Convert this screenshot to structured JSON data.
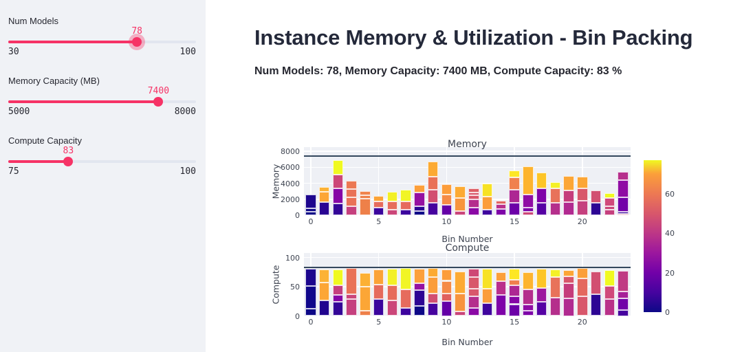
{
  "header": {
    "title": "Instance Memory & Utilization - Bin Packing",
    "subtitle": "Num Models: 78, Memory Capacity: 7400 MB, Compute Capacity: 83 %"
  },
  "sidebar": {
    "sliders": [
      {
        "name": "num-models",
        "label": "Num Models",
        "value": 78,
        "min": 30,
        "max": 100,
        "active": true
      },
      {
        "name": "memory-capacity",
        "label": "Memory Capacity (MB)",
        "value": 7400,
        "min": 5000,
        "max": 8000,
        "active": false
      },
      {
        "name": "compute-capacity",
        "label": "Compute Capacity",
        "value": 83,
        "min": 75,
        "max": 100,
        "active": false
      }
    ]
  },
  "theme": {
    "accent": "#f63366",
    "sidebar_bg": "#f0f2f6",
    "text_color": "#262730",
    "capacity_line_color": "#33475c",
    "plot_bg": "#eef0f5"
  },
  "chart_data": [
    {
      "type": "bar",
      "stacked": true,
      "name": "memory",
      "title": "Memory",
      "ylabel": "Memory",
      "xlabel": "Bin Number",
      "ylim": [
        0,
        8000
      ],
      "yticks": [
        0,
        2000,
        4000,
        6000,
        8000
      ],
      "xticks": [
        0,
        5,
        10,
        15,
        20
      ],
      "capacity_line": 7400,
      "grid": true,
      "bins": [
        [
          [
            450,
            "#0d0887"
          ],
          [
            430,
            "#0f0889"
          ],
          [
            1670,
            "#1d068e"
          ]
        ],
        [
          [
            1600,
            "#2a0593"
          ],
          [
            1350,
            "#fca636"
          ],
          [
            550,
            "#fcb235"
          ]
        ],
        [
          [
            1500,
            "#330597"
          ],
          [
            1850,
            "#8606a6"
          ],
          [
            1700,
            "#cc4778"
          ],
          [
            1850,
            "#f0f921"
          ]
        ],
        [
          [
            1080,
            "#c5407e"
          ],
          [
            1150,
            "#e97257"
          ],
          [
            1050,
            "#e97257"
          ],
          [
            1020,
            "#ec7853"
          ]
        ],
        [
          [
            2030,
            "#ee8049"
          ],
          [
            500,
            "#ee8049"
          ],
          [
            520,
            "#f0844c"
          ]
        ],
        [
          [
            950,
            "#3a049d"
          ],
          [
            730,
            "#e56b5d"
          ],
          [
            720,
            "#fba337"
          ]
        ],
        [
          [
            680,
            "#cb4679"
          ],
          [
            1060,
            "#e66c5c"
          ],
          [
            1210,
            "#f3f027"
          ]
        ],
        [
          [
            700,
            "#3d049e"
          ],
          [
            1040,
            "#e66b5d"
          ],
          [
            1460,
            "#f1f525"
          ]
        ],
        [
          [
            520,
            "#0d0887"
          ],
          [
            640,
            "#2d0594"
          ],
          [
            1710,
            "#9511a1"
          ],
          [
            900,
            "#fc9f3a"
          ]
        ],
        [
          [
            1590,
            "#46039f"
          ],
          [
            1600,
            "#d24f71"
          ],
          [
            1650,
            "#e97257"
          ],
          [
            1880,
            "#fcaa33"
          ]
        ],
        [
          [
            1250,
            "#6400a7"
          ],
          [
            1300,
            "#f58b47"
          ],
          [
            1300,
            "#fc9d3b"
          ]
        ],
        [
          [
            490,
            "#ca457a"
          ],
          [
            1630,
            "#f7943d"
          ],
          [
            1500,
            "#fcaa33"
          ]
        ],
        [
          [
            960,
            "#8b09a5"
          ],
          [
            980,
            "#b42e8d"
          ],
          [
            520,
            "#d8576b"
          ],
          [
            410,
            "#d8576b"
          ],
          [
            520,
            "#dd5e66"
          ]
        ],
        [
          [
            720,
            "#3f049e"
          ],
          [
            1600,
            "#fb9d3b"
          ],
          [
            1650,
            "#f7e225"
          ]
        ],
        [
          [
            780,
            "#7e03a8"
          ],
          [
            580,
            "#ba2f8c"
          ],
          [
            470,
            "#e16462"
          ]
        ],
        [
          [
            1590,
            "#6c00a8"
          ],
          [
            1600,
            "#ad2793"
          ],
          [
            1560,
            "#f0804e"
          ],
          [
            820,
            "#fde725"
          ]
        ],
        [
          [
            430,
            "#cc4778"
          ],
          [
            530,
            "#7e03a8"
          ],
          [
            1590,
            "#8f0da4"
          ],
          [
            3540,
            "#fdb42f"
          ]
        ],
        [
          [
            1590,
            "#5601a4"
          ],
          [
            1800,
            "#7e03a8"
          ],
          [
            1970,
            "#fdc527"
          ]
        ],
        [
          [
            1590,
            "#b52f8c"
          ],
          [
            1740,
            "#e8725a"
          ],
          [
            810,
            "#f4f027"
          ]
        ],
        [
          [
            1650,
            "#b12a90"
          ],
          [
            1450,
            "#c53c7b"
          ],
          [
            1830,
            "#fca636"
          ]
        ],
        [
          [
            1830,
            "#c5407e"
          ],
          [
            1490,
            "#d8576b"
          ],
          [
            1520,
            "#fca636"
          ]
        ],
        [
          [
            1550,
            "#2d0594"
          ],
          [
            1570,
            "#d24f71"
          ]
        ],
        [
          [
            690,
            "#c5407e"
          ],
          [
            430,
            "#ca457a"
          ],
          [
            1060,
            "#d0497b"
          ],
          [
            570,
            "#f0f921"
          ]
        ],
        [
          [
            170,
            "#d8576b"
          ],
          [
            290,
            "#3b049d"
          ],
          [
            1800,
            "#7201a8"
          ],
          [
            2150,
            "#8f0da4"
          ],
          [
            1010,
            "#b52f8c"
          ]
        ]
      ]
    },
    {
      "type": "bar",
      "stacked": true,
      "name": "compute",
      "title": "Compute",
      "ylabel": "Compute",
      "xlabel": "Bin Number",
      "ylim": [
        0,
        100
      ],
      "yticks": [
        0,
        50,
        100
      ],
      "xticks": [
        0,
        5,
        10,
        15,
        20
      ],
      "capacity_line": 83,
      "grid": true,
      "bins": [
        [
          [
            12,
            "#0d0887"
          ],
          [
            39,
            "#10078b"
          ],
          [
            30,
            "#1c068e"
          ]
        ],
        [
          [
            27,
            "#21058f"
          ],
          [
            30,
            "#fca636"
          ],
          [
            22,
            "#fcb235"
          ]
        ],
        [
          [
            24,
            "#330597"
          ],
          [
            12,
            "#8606a6"
          ],
          [
            16,
            "#c5407e"
          ],
          [
            27,
            "#f0f921"
          ]
        ],
        [
          [
            29,
            "#c5407e"
          ],
          [
            8,
            "#ca457a"
          ],
          [
            45,
            "#e97257"
          ]
        ],
        [
          [
            9,
            "#ee8049"
          ],
          [
            41,
            "#fca636"
          ],
          [
            23,
            "#fcb034"
          ]
        ],
        [
          [
            29,
            "#3a049d"
          ],
          [
            25,
            "#e56b5d"
          ],
          [
            26,
            "#fba337"
          ]
        ],
        [
          [
            27,
            "#cb4679"
          ],
          [
            25,
            "#e66c5c"
          ],
          [
            29,
            "#f3f027"
          ]
        ],
        [
          [
            13,
            "#3d049e"
          ],
          [
            32,
            "#e66b5d"
          ],
          [
            37,
            "#f1f525"
          ]
        ],
        [
          [
            17,
            "#0d0887"
          ],
          [
            27,
            "#2d0594"
          ],
          [
            12,
            "#9511a1"
          ],
          [
            25,
            "#fc9f3a"
          ]
        ],
        [
          [
            22,
            "#46039f"
          ],
          [
            16,
            "#d24f71"
          ],
          [
            29,
            "#fb9d3b"
          ],
          [
            15,
            "#fcaa33"
          ]
        ],
        [
          [
            25,
            "#6400a7"
          ],
          [
            13,
            "#e0615f"
          ],
          [
            22,
            "#f58b47"
          ],
          [
            19,
            "#fc9d3b"
          ]
        ],
        [
          [
            8,
            "#ca457a"
          ],
          [
            30,
            "#f7943d"
          ],
          [
            38,
            "#fcaa33"
          ]
        ],
        [
          [
            14,
            "#8b09a5"
          ],
          [
            20,
            "#b42e8d"
          ],
          [
            13,
            "#d8576b"
          ],
          [
            20,
            "#d8576b"
          ],
          [
            14,
            "#ce4875"
          ]
        ],
        [
          [
            22,
            "#3f049e"
          ],
          [
            25,
            "#fb9d3b"
          ],
          [
            34,
            "#f7e225"
          ]
        ],
        [
          [
            36,
            "#7e03a8"
          ],
          [
            24,
            "#ba2f8c"
          ],
          [
            15,
            "#fb9f3a"
          ]
        ],
        [
          [
            20,
            "#6c00a8"
          ],
          [
            13,
            "#8606a6"
          ],
          [
            19,
            "#ad2793"
          ],
          [
            10,
            "#f0804e"
          ],
          [
            19,
            "#fde725"
          ]
        ],
        [
          [
            9,
            "#7e03a8"
          ],
          [
            10,
            "#8f0da4"
          ],
          [
            26,
            "#b42e8d"
          ],
          [
            30,
            "#fdb42f"
          ]
        ],
        [
          [
            24,
            "#5601a4"
          ],
          [
            24,
            "#9c179e"
          ],
          [
            33,
            "#fdc527"
          ]
        ],
        [
          [
            31,
            "#b52f8c"
          ],
          [
            35,
            "#e8725a"
          ],
          [
            13,
            "#f4f027"
          ]
        ],
        [
          [
            30,
            "#b12a90"
          ],
          [
            26,
            "#c53c7b"
          ],
          [
            12,
            "#d8576b"
          ],
          [
            10,
            "#fca636"
          ]
        ],
        [
          [
            34,
            "#d8576b"
          ],
          [
            30,
            "#e4685e"
          ],
          [
            18,
            "#fb9f3a"
          ]
        ],
        [
          [
            37,
            "#2d0594"
          ],
          [
            39,
            "#d24f71"
          ]
        ],
        [
          [
            29,
            "#b93189"
          ],
          [
            22,
            "#d0497b"
          ],
          [
            27,
            "#f0f921"
          ]
        ],
        [
          [
            10,
            "#46039f"
          ],
          [
            20,
            "#7201a8"
          ],
          [
            12,
            "#a62098"
          ],
          [
            35,
            "#c03a83"
          ]
        ]
      ]
    }
  ],
  "colorbar": {
    "colormap": "plasma",
    "min": 0,
    "max": 77,
    "ticks": [
      0,
      20,
      40,
      60
    ]
  }
}
